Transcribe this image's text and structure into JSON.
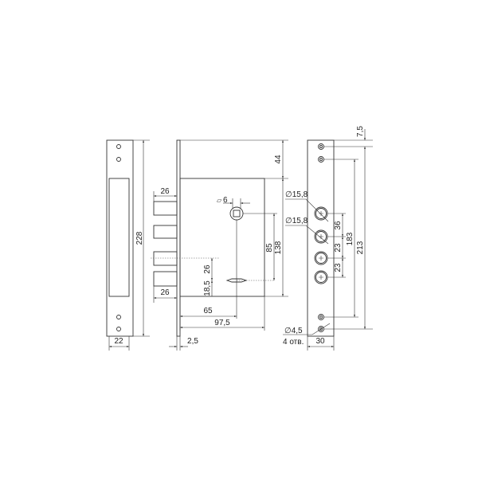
{
  "dims": {
    "strike_height": "228",
    "strike_width": "22",
    "bolt_top": "26",
    "bolt_bottom": "26",
    "spindle_square": "6",
    "top_offset": "44",
    "spindle_to_key": "85",
    "body_height": "138",
    "key_to_bolt": "26",
    "key_to_bottom": "18,5",
    "backset": "65",
    "body_depth": "97,5",
    "plate_thickness": "2,5",
    "hole_dia_1": "15,8",
    "hole_dia_2": "15,8",
    "hole_gap_1": "36",
    "hole_gap_2": "23",
    "hole_gap_3": "23",
    "mount_span_inner": "183",
    "mount_span_outer": "213",
    "top_hole_offset": "7,5",
    "faceplate_width": "30",
    "screw_dia": "4,5",
    "screw_count": "4 отв."
  },
  "symbols": {
    "diameter": "∅",
    "square": "▱"
  }
}
